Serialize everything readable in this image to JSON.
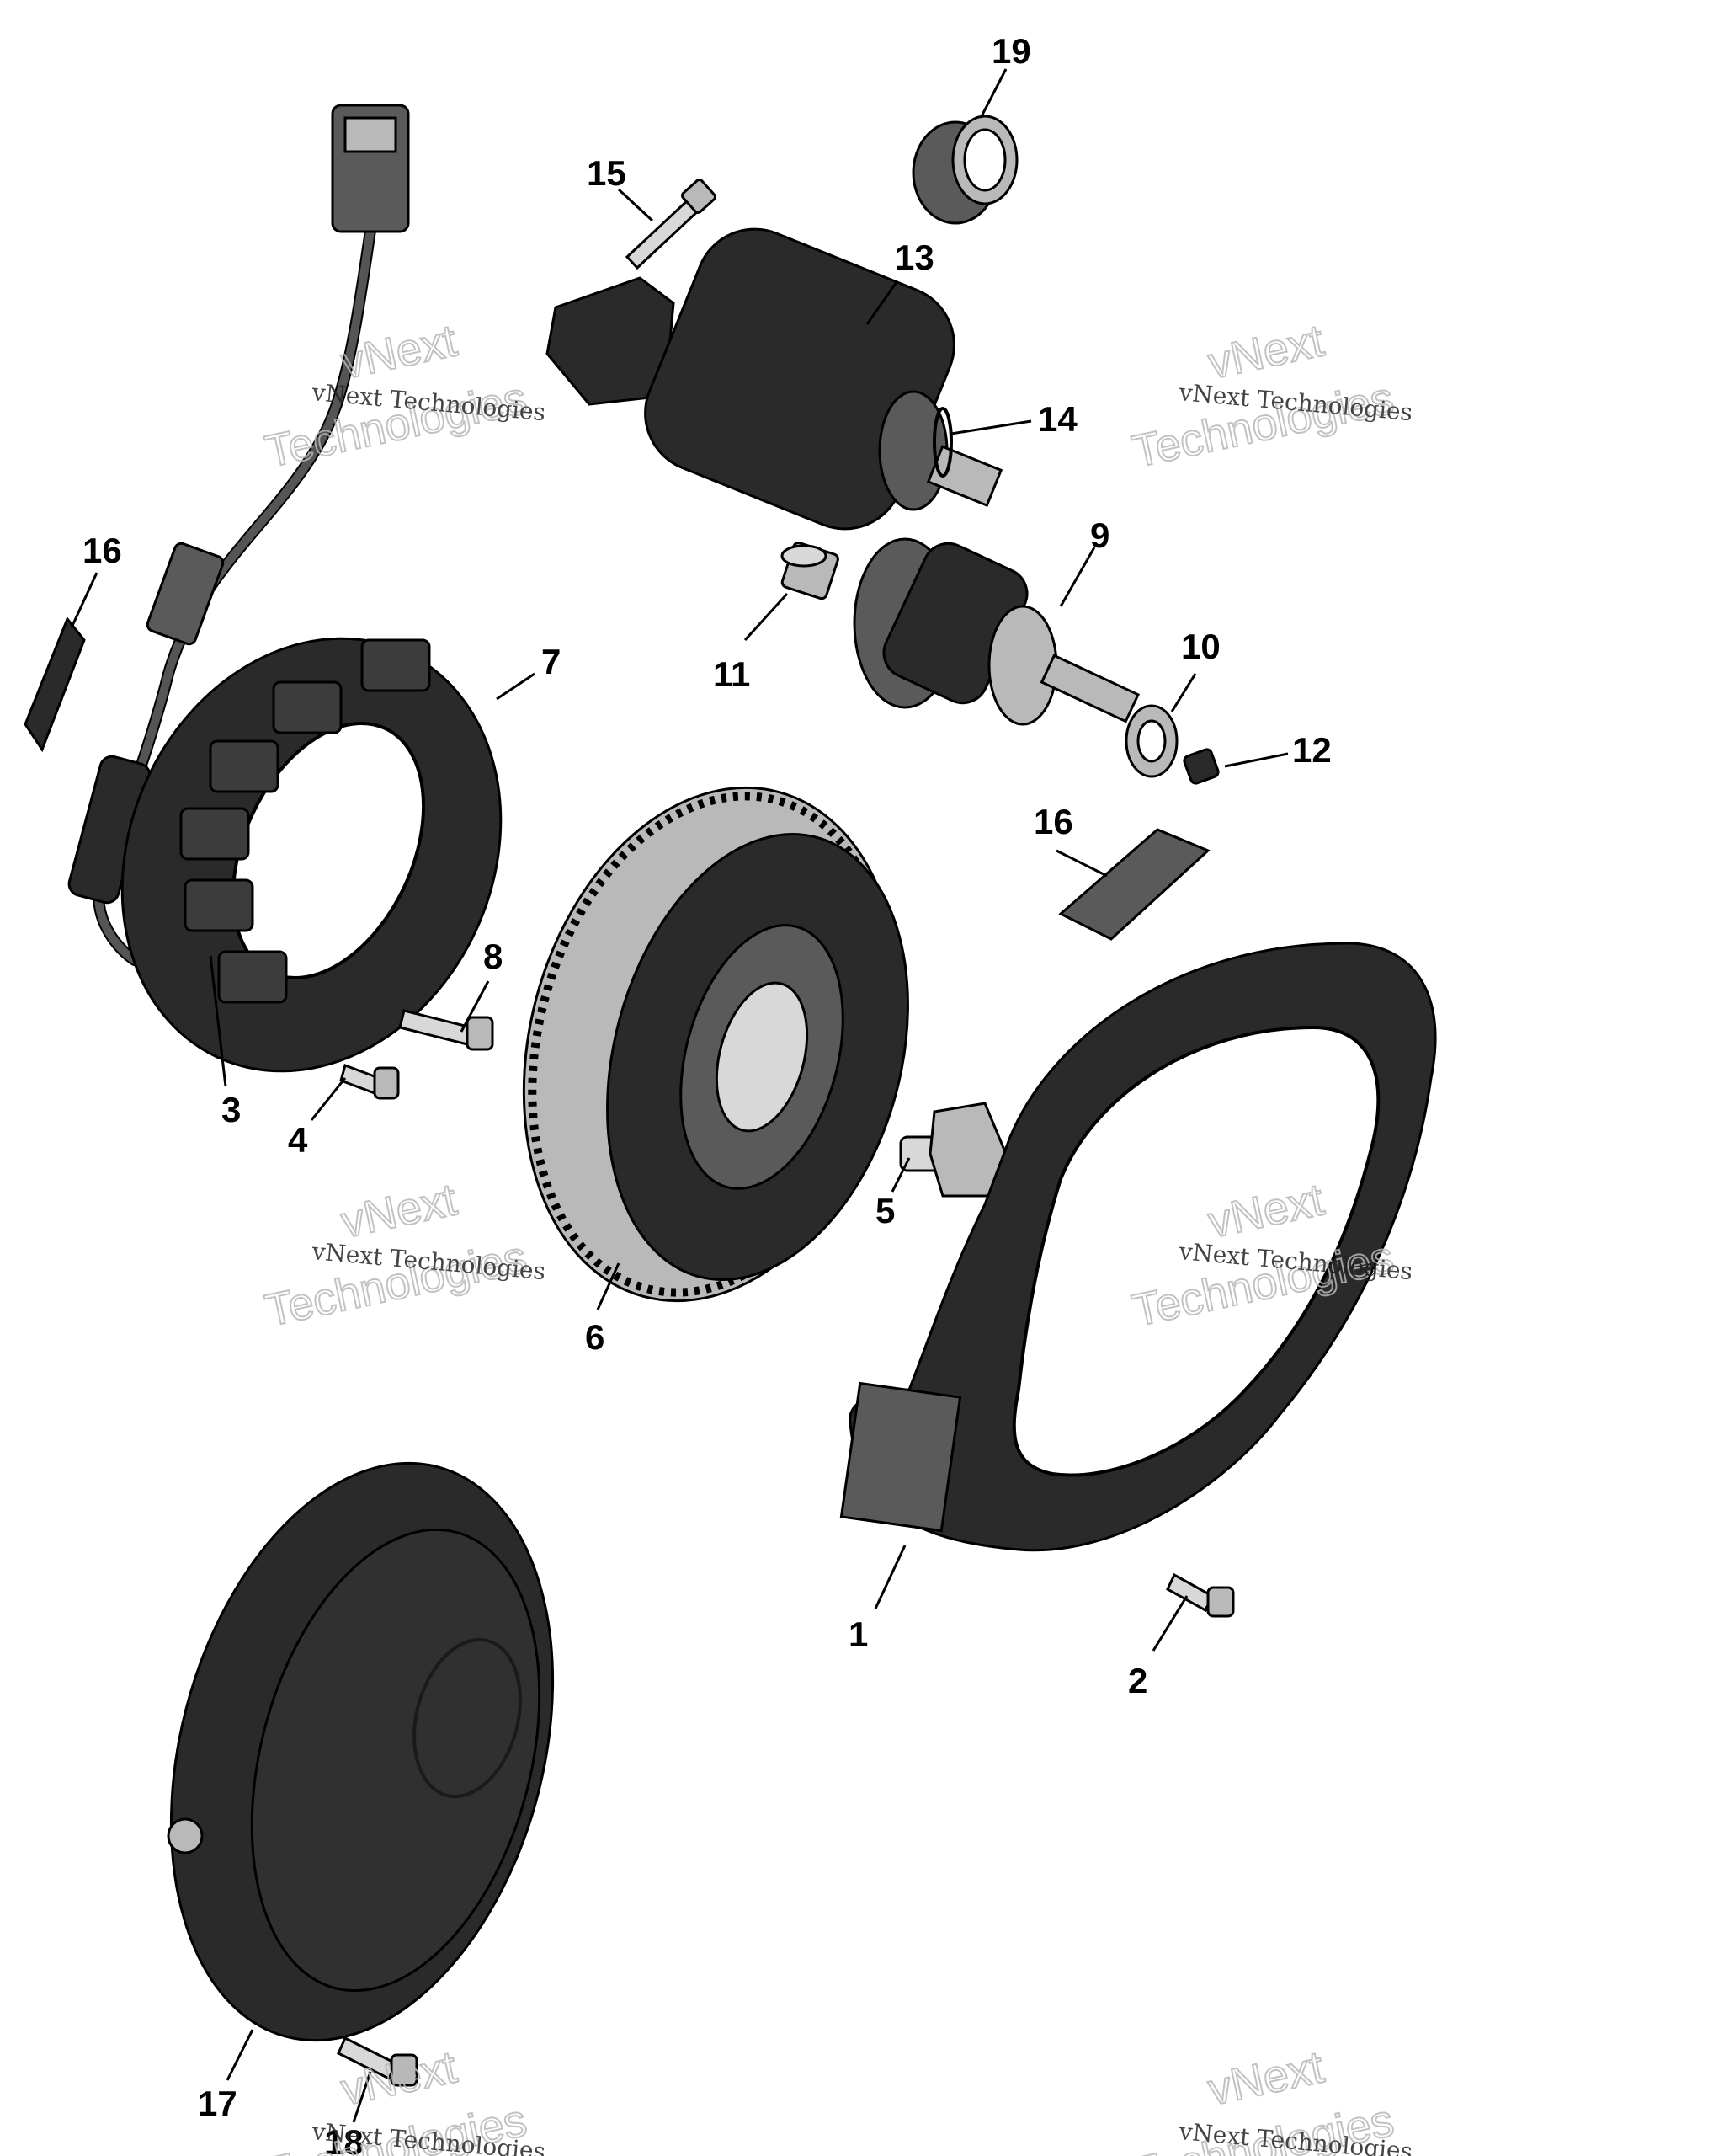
{
  "callouts": [
    {
      "id": "c19",
      "label": "19"
    },
    {
      "id": "c15",
      "label": "15"
    },
    {
      "id": "c13",
      "label": "13"
    },
    {
      "id": "c14",
      "label": "14"
    },
    {
      "id": "c16a",
      "label": "16"
    },
    {
      "id": "c9",
      "label": "9"
    },
    {
      "id": "c7",
      "label": "7"
    },
    {
      "id": "c11",
      "label": "11"
    },
    {
      "id": "c10",
      "label": "10"
    },
    {
      "id": "c12",
      "label": "12"
    },
    {
      "id": "c16b",
      "label": "16"
    },
    {
      "id": "c8",
      "label": "8"
    },
    {
      "id": "c3",
      "label": "3"
    },
    {
      "id": "c4",
      "label": "4"
    },
    {
      "id": "c5",
      "label": "5"
    },
    {
      "id": "c6",
      "label": "6"
    },
    {
      "id": "c1",
      "label": "1"
    },
    {
      "id": "c2",
      "label": "2"
    },
    {
      "id": "c17",
      "label": "17"
    },
    {
      "id": "c18",
      "label": "18"
    }
  ],
  "watermark": {
    "line1": "vNext",
    "line2": "Technologies",
    "small": "vNext Technologies"
  },
  "colors": {
    "dark_part": "#2a2a2a",
    "metal_part": "#b9b9b9",
    "background": "#ffffff"
  }
}
